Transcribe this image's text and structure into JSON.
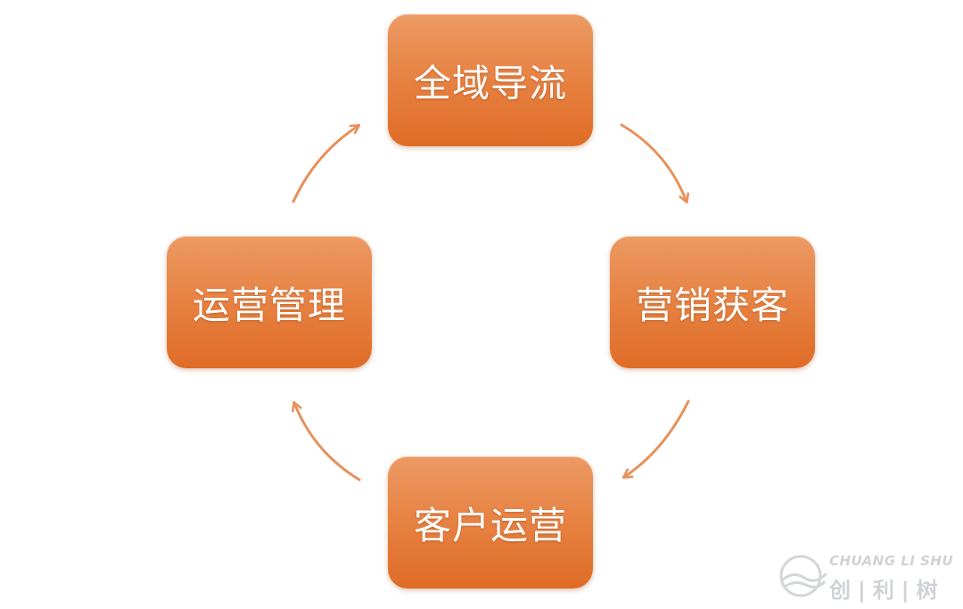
{
  "diagram": {
    "nodes": [
      {
        "id": "top",
        "label": "全域导流"
      },
      {
        "id": "right",
        "label": "营销获客"
      },
      {
        "id": "bottom",
        "label": "客户运营"
      },
      {
        "id": "left",
        "label": "运营管理"
      }
    ],
    "edges": [
      {
        "from": "top",
        "to": "right"
      },
      {
        "from": "right",
        "to": "bottom"
      },
      {
        "from": "bottom",
        "to": "left"
      },
      {
        "from": "left",
        "to": "top"
      }
    ],
    "colors": {
      "node_fill": "#e67f3f",
      "node_text": "#ffffff",
      "arrow": "#e8905a"
    }
  },
  "watermark": {
    "text_en": "CHUANG LI SHU",
    "text_cn": "创|利|树"
  }
}
